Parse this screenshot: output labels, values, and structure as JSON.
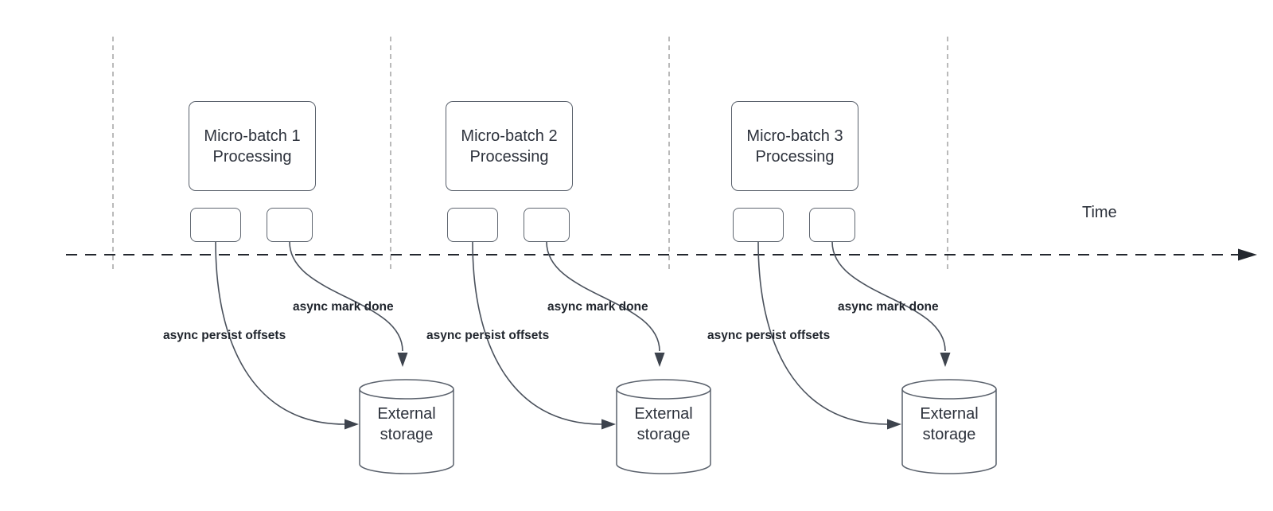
{
  "diagram": {
    "time_label": "Time",
    "groups": [
      {
        "title_line1": "Micro-batch 1",
        "title_line2": "Processing",
        "persist_label": "async persist offsets",
        "mark_label": "async mark done",
        "storage_line1": "External",
        "storage_line2": "storage"
      },
      {
        "title_line1": "Micro-batch 2",
        "title_line2": "Processing",
        "persist_label": "async persist offsets",
        "mark_label": "async mark done",
        "storage_line1": "External",
        "storage_line2": "storage"
      },
      {
        "title_line1": "Micro-batch 3",
        "title_line2": "Processing",
        "persist_label": "async persist offsets",
        "mark_label": "async mark done",
        "storage_line1": "External",
        "storage_line2": "storage"
      }
    ],
    "colors": {
      "timeline": "#23272e",
      "divider": "#a3a3a3",
      "node_border": "#59606b",
      "connector": "#4a515c",
      "text": "#2d323c"
    }
  }
}
